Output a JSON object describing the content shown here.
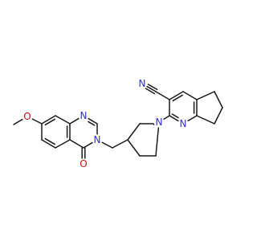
{
  "molecule": {
    "atom_labels": {
      "methoxy_oxygen": "O",
      "quinazoline_n1": "N",
      "quinazoline_n3": "N",
      "carbonyl_oxygen": "O",
      "piperidine_nitrogen": "N",
      "pyridine_nitrogen": "N",
      "nitrile_nitrogen": "N"
    },
    "colors": {
      "bond": "#1a1a1a",
      "nitrogen": "#3030d0",
      "oxygen": "#d01010"
    }
  }
}
